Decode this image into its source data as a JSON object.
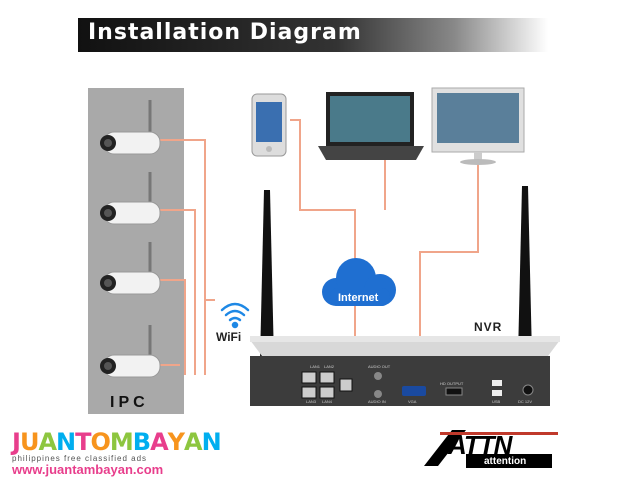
{
  "header": {
    "title": "Installation Diagram"
  },
  "labels": {
    "ipc": "IPC",
    "wifi": "WiFi",
    "internet": "Internet",
    "nvr": "NVR"
  },
  "nvr_panel": {
    "lan_ports": [
      "LAN1",
      "LAN2",
      "LAN3",
      "LAN4"
    ],
    "audio_out": "AUDIO OUT",
    "audio_in": "AUDIO IN",
    "vga": "VGA",
    "hd_output": "HD OUTPUT",
    "usb": "USB",
    "power": "DC 12V"
  },
  "footer": {
    "brand": [
      "J",
      "U",
      "A",
      "N",
      "T",
      "O",
      "M",
      "B",
      "A",
      "Y",
      "A",
      "N"
    ],
    "brand_colors": [
      "#e83e8c",
      "#f7941d",
      "#8dc63f",
      "#00aeef",
      "#e83e8c",
      "#f7941d",
      "#8dc63f",
      "#00aeef",
      "#e83e8c",
      "#f7941d",
      "#8dc63f",
      "#00aeef"
    ],
    "tagline": "philippines   free   classified   ads",
    "url": "www.juantambayan.com"
  },
  "logo": {
    "name": "ATTN",
    "subtitle": "attention"
  },
  "colors": {
    "connector": "#f0a58a",
    "cloud": "#1f6fd1",
    "nvr_body": "#3c3c3c",
    "ipc_panel": "#a9a9a9"
  }
}
